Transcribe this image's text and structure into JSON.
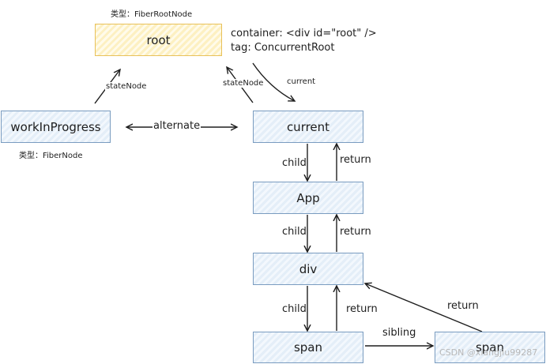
{
  "nodes": {
    "root": "root",
    "workInProgress": "workInProgress",
    "current": "current",
    "app": "App",
    "div": "div",
    "span1": "span",
    "span2": "span"
  },
  "type_labels": {
    "root_type": "类型：FiberRootNode",
    "wip_type": "类型：FiberNode"
  },
  "root_info": {
    "container": "container: <div id=\"root\" />",
    "tag": "tag: ConcurrentRoot"
  },
  "edges": {
    "stateNode_left": "stateNode",
    "stateNode_right": "stateNode",
    "current": "current",
    "alternate": "alternate",
    "child_1": "child",
    "return_1": "return",
    "child_2": "child",
    "return_2": "return",
    "child_3": "child",
    "return_3": "return",
    "sibling": "sibling",
    "return_4": "return"
  },
  "watermark": "CSDN @xiangjiu99287",
  "colors": {
    "blue_border": "#7a9cc0",
    "yellow_border": "#e8c15a",
    "stroke": "#1e1e1e"
  }
}
